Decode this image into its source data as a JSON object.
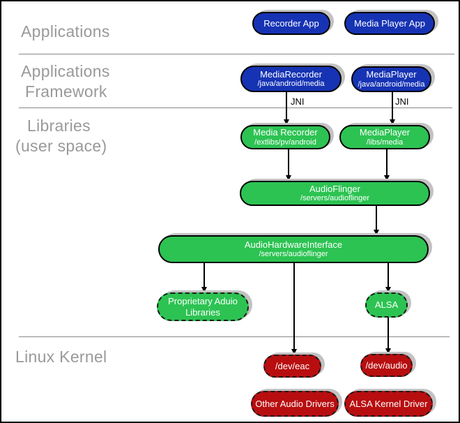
{
  "colors": {
    "blue": "#1633b4",
    "green": "#2cc352",
    "red": "#b80e10",
    "label_gray": "#999999",
    "shadow": "#c2c2c2",
    "divider": "#888888"
  },
  "sections": {
    "applications": "Applications",
    "framework_line1": "Applications",
    "framework_line2": "Framework",
    "libraries_line1": "Libraries",
    "libraries_line2": "(user space)",
    "kernel": "Linux Kernel"
  },
  "annotations": {
    "jni_recorder": "JNI",
    "jni_player": "JNI"
  },
  "nodes": {
    "recorder_app": {
      "label": "Recorder App"
    },
    "media_player_app": {
      "label": "Media Player App"
    },
    "media_recorder_fw": {
      "label": "MediaRecorder",
      "sub": "/java/android/media"
    },
    "media_player_fw": {
      "label": "MediaPlayer",
      "sub": "/java/android/media"
    },
    "media_recorder_lib": {
      "label": "Media Recorder",
      "sub": "/extlibs/pv/android"
    },
    "media_player_lib": {
      "label": "MediaPlayer",
      "sub": "/libs/media"
    },
    "audio_flinger": {
      "label": "AudioFlinger",
      "sub": "/servers/audioflinger"
    },
    "audio_hardware_interface": {
      "label": "AudioHardwareInterface",
      "sub": "/servers/audioflinger"
    },
    "proprietary_audio_libraries": {
      "label": "Proprietary Aduio Libraries"
    },
    "alsa": {
      "label": "ALSA"
    },
    "dev_eac": {
      "label": "/dev/eac"
    },
    "dev_audio": {
      "label": "/dev/audio"
    },
    "other_audio_drivers": {
      "label": "Other Audio Drivers"
    },
    "alsa_kernel_driver": {
      "label": "ALSA Kernel Driver"
    }
  }
}
